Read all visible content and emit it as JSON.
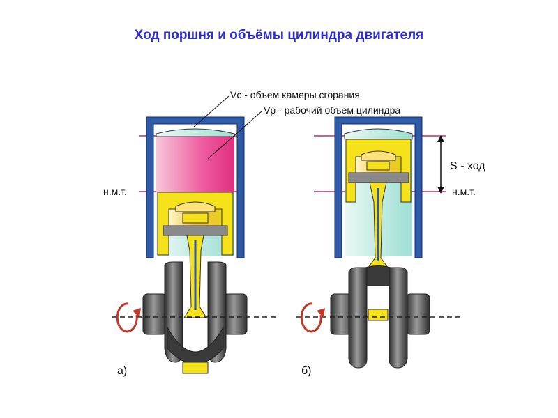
{
  "title": "Ход поршня и объёмы цилиндра двигателя",
  "labels": {
    "vc": "Vc - объем камеры сгорания",
    "vp": "Vp - рабочий объем цилиндра",
    "stroke": "S - ход",
    "bdc_left": "н.м.т.",
    "bdc_right": "н.м.т.",
    "caption_a": "а)",
    "caption_b": "б)"
  },
  "colors": {
    "title": "#2b2bd9",
    "cylinder_wall": "#2f5aa8",
    "working_volume": "#e8318a",
    "piston": "#f5e21a",
    "cylinder_fill": "#bfe9e2",
    "crank": "#4a4a4a",
    "marker_line": "#b0307a",
    "rotation_arrow": "#c0392b"
  },
  "icons": [
    "rotation-arrow-icon",
    "stroke-arrow-icon"
  ]
}
